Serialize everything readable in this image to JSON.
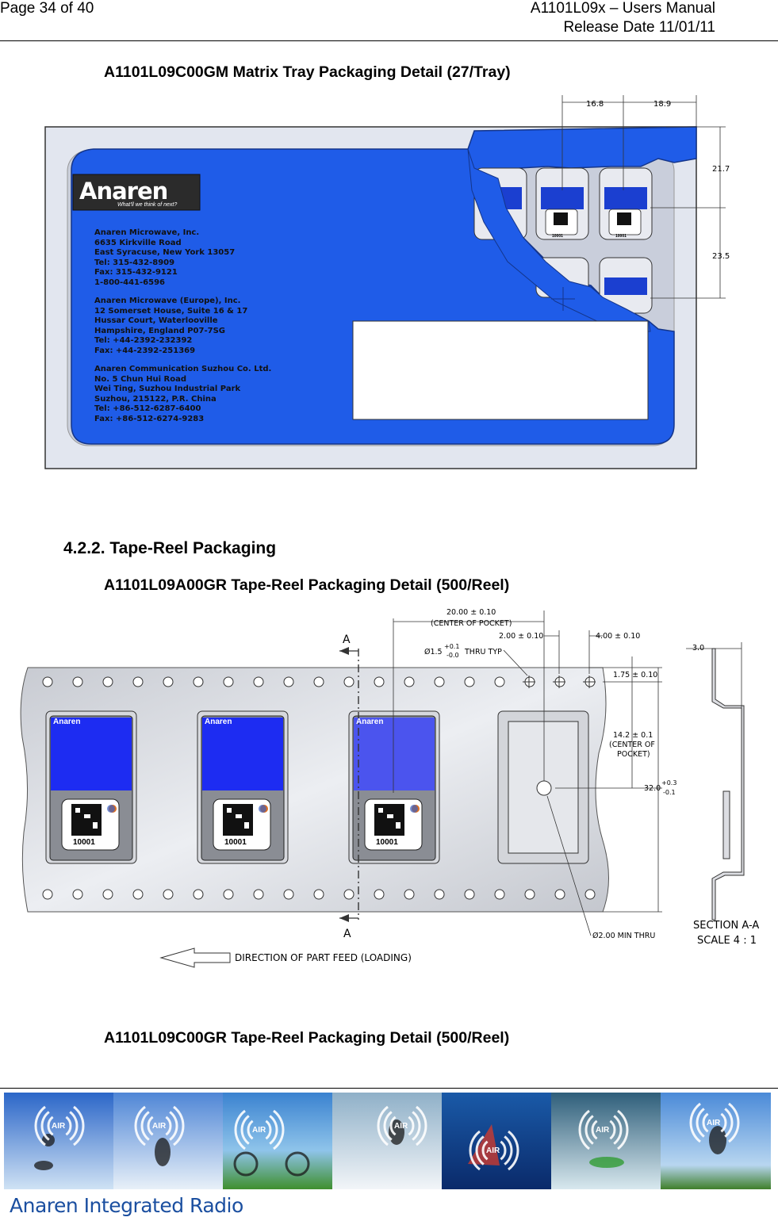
{
  "header": {
    "page": "Page 34 of 40",
    "manual": "A1101L09x – Users Manual",
    "release": "Release Date 11/01/11"
  },
  "section1": {
    "title": "A1101L09C00GM Matrix Tray Packaging Detail (27/Tray)"
  },
  "tray": {
    "logo": "Anaren",
    "tagline": "What'll we think of next?",
    "dims": [
      "16.8",
      "18.9",
      "21.7",
      "23.5"
    ],
    "module_code": "10001",
    "address_us": [
      "Anaren Microwave, Inc.",
      "6635 Kirkville Road",
      "East Syracuse, New York 13057",
      "Tel: 315-432-8909",
      "Fax: 315-432-9121",
      "1-800-441-6596"
    ],
    "address_eu": [
      "Anaren Microwave (Europe), Inc.",
      "12 Somerset House, Suite 16 & 17",
      "Hussar Court, Waterlooville",
      "Hampshire, England P07-7SG",
      "Tel: +44-2392-232392",
      "Fax: +44-2392-251369"
    ],
    "address_cn": [
      "Anaren Communication Suzhou Co. Ltd.",
      "No. 5 Chun Hui Road",
      "Wei Ting, Suzhou Industrial Park",
      "Suzhou, 215122, P.R. China",
      "Tel: +86-512-6287-6400",
      "Fax: +86-512-6274-9283"
    ]
  },
  "section2": {
    "heading": "4.2.2.  Tape-Reel Packaging",
    "title": "A1101L09A00GR Tape-Reel Packaging Detail  (500/Reel)"
  },
  "reel": {
    "module_logo": "Anaren",
    "module_code": "10001",
    "section_mark": "A",
    "dim_pitch": "20.00 ± 0.10",
    "dim_pitch_note": "(CENTER OF POCKET)",
    "dim_hole_offset": "2.00 ± 0.10",
    "dim_hole_pitch": "4.00 ± 0.10",
    "dim_hole_dia": "Ø1.5",
    "dim_hole_tol_plus": "+0.1",
    "dim_hole_tol_minus": "-0.0",
    "dim_hole_note": "THRU TYP",
    "dim_edge": "1.75 ± 0.10",
    "dim_center": "14.2 ± 0.1",
    "dim_center_note1": "(CENTER OF",
    "dim_center_note2": "POCKET)",
    "dim_width": "32.0",
    "dim_width_tol_plus": "+0.3",
    "dim_width_tol_minus": "-0.1",
    "dim_thickness": "3.0",
    "dim_center_hole": "Ø2.00 MIN THRU",
    "feed_label": "DIRECTION OF PART FEED (LOADING)",
    "section_label": "SECTION A-A",
    "scale_label": "SCALE 4 : 1"
  },
  "section3": {
    "title": "A1101L09C00GR Tape-Reel Packaging Detail  (500/Reel)"
  },
  "footer": {
    "badge": "AIR",
    "brand": "Anaren Integrated Radio"
  }
}
